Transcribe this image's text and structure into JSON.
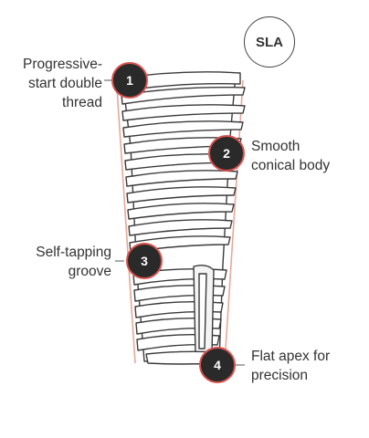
{
  "badge_text": "SLA",
  "callouts": [
    {
      "number": "1",
      "label_lines": [
        "Progressive-",
        "start double",
        "thread"
      ]
    },
    {
      "number": "2",
      "label_lines": [
        "Smooth",
        "conical body"
      ]
    },
    {
      "number": "3",
      "label_lines": [
        "Self-tapping",
        "groove"
      ]
    },
    {
      "number": "4",
      "label_lines": [
        "Flat apex for",
        "precision"
      ]
    }
  ],
  "colors": {
    "outline": "#3a3a3a",
    "taper_guide": "#e8a79a",
    "badge_fill": "#2a2a2a",
    "badge_ring": "#d9534f"
  },
  "icons": [
    "dental-implant-illustration"
  ]
}
